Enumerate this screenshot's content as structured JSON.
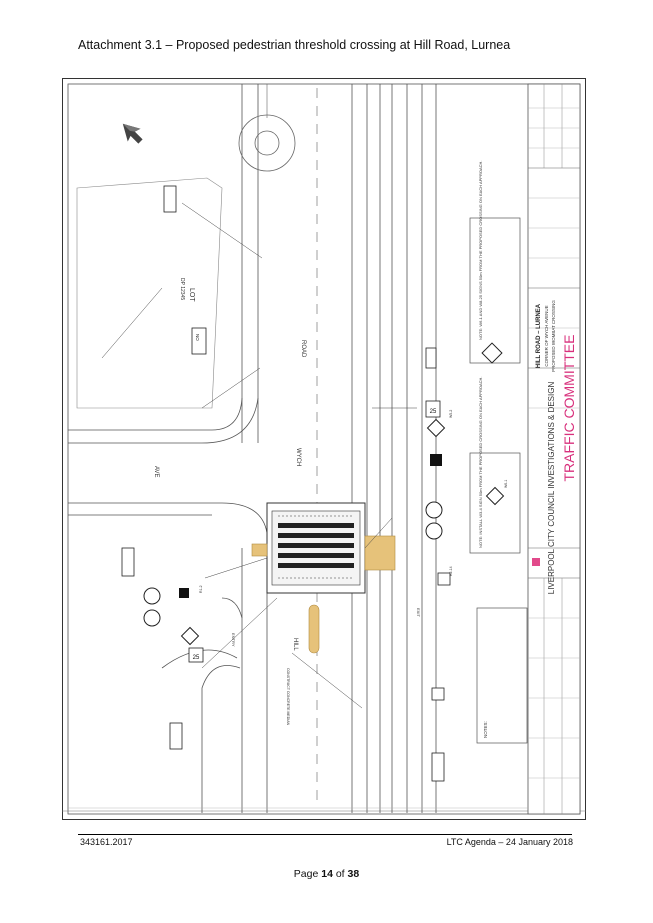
{
  "page": {
    "title": "Attachment 3.1 – Proposed pedestrian threshold crossing at Hill Road, Lurnea",
    "footer_left": "343161.2017",
    "footer_right": "LTC Agenda – 24 January 2018",
    "page_label": "Page",
    "page_number": "14",
    "page_of": "of",
    "page_total": "38"
  },
  "drawing": {
    "road_main": "ROAD",
    "road_side": "HILL",
    "road_wych": "WYCH",
    "road_ave": "AVE",
    "lot_label": "LOT",
    "lot_dp": "DP 12345",
    "council": "LIVERPOOL CITY COUNCIL INVESTIGATIONS & DESIGN",
    "committee": "TRAFFIC COMMITTEE",
    "project_line1": "HILL ROAD – LURNEA",
    "project_line2": "CORNER OF WYCH AVENUE",
    "project_line3": "PROPOSED WOMBAT CROSSING",
    "sign_25a": "25",
    "sign_25b": "25",
    "speed_no": "NO",
    "notes_label": "NOTES:",
    "note_a": "NOTE: INSTALL W3-4 SIGN 50m FROM THE PROPOSED CROSSING ON EACH APPROACH.",
    "note_b": "NOTE: W6-1 AND W8-25 SIGNS 50m FROM THE PROPOSED CROSSING ON EACH APPROACH.",
    "construct_label": "CONSTRUCT CONCRETE MEDIAN",
    "entry_label": "ENTRY",
    "exit_label": "EXIT",
    "sign_w61": "W6-1",
    "sign_r11": "R2-14",
    "sign_r21": "R1-2",
    "sign_w52": "W5-2"
  }
}
